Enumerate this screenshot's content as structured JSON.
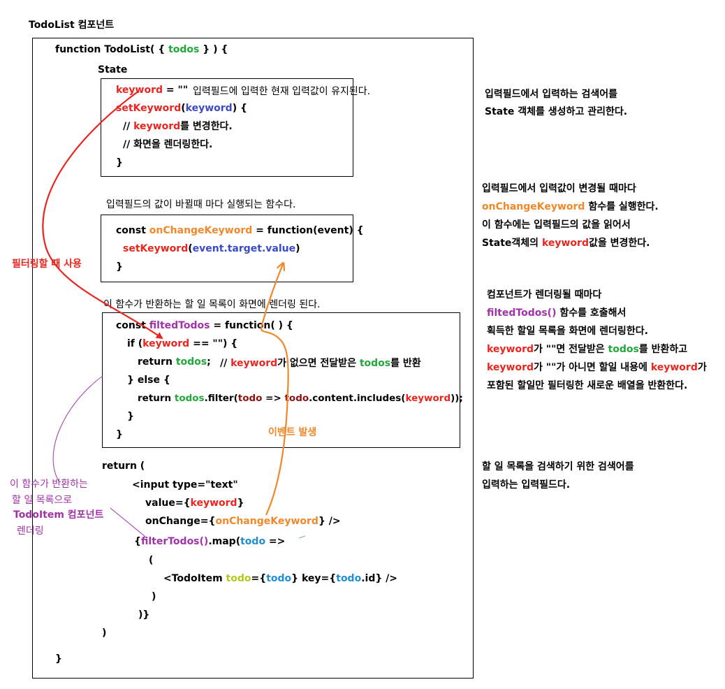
{
  "title": "TodoList 컴포넌트",
  "code": {
    "fn_open_a": "function TodoList( { ",
    "fn_open_todos": "todos",
    "fn_open_b": " } ) {",
    "state_label": "State",
    "state_line1_kw": "keyword",
    "state_line1_rest": " = \"\"",
    "state_line1_note": "입력필드에 입력한 현재 입력값이 유지된다.",
    "state_line2_fn": "setKeyword",
    "state_line2_p1": "(",
    "state_line2_arg": "keyword",
    "state_line2_p2": ") {",
    "state_line3_a": "// ",
    "state_line3_kw": "keyword",
    "state_line3_b": "를 변경한다.",
    "state_line4": "// 화면을 렌더링한다.",
    "state_line5": "}",
    "onchange_caption": "입력필드의 값이 바뀔때 마다 실행되는 함수다.",
    "onchange_line1_a": "const ",
    "onchange_line1_fn": "onChangeKeyword",
    "onchange_line1_b": " = function(event) {",
    "onchange_line2_fn": "setKeyword",
    "onchange_line2_p1": "(",
    "onchange_line2_arg": "event.target.value",
    "onchange_line2_p2": ")",
    "onchange_line3": "}",
    "filter_caption": "이 함수가 반환하는 할 일 목록이 화면에 렌더링 된다.",
    "filter_line1_a": "const ",
    "filter_line1_fn": "filtedTodos",
    "filter_line1_b": " = function( ) {",
    "filter_line2_a": "if (",
    "filter_line2_kw": "keyword",
    "filter_line2_b": " == \"\") {",
    "filter_line3_a": "return ",
    "filter_line3_todos": "todos",
    "filter_line3_b": ";",
    "filter_line3_c_a": "// ",
    "filter_line3_c_kw": "keyword",
    "filter_line3_c_b": "가 없으면 전달받은 ",
    "filter_line3_c_todos": "todos",
    "filter_line3_c_c": "를 반환",
    "filter_line4": "} else {",
    "filter_line5_a": "return ",
    "filter_line5_todos": "todos",
    "filter_line5_b": ".filter(",
    "filter_line5_todo": "todo",
    "filter_line5_c": " => ",
    "filter_line5_todo2": "todo",
    "filter_line5_d": ".content.includes(",
    "filter_line5_kw": "keyword",
    "filter_line5_e": "));",
    "filter_line6": "}",
    "filter_line7": "}",
    "return_open": "return (",
    "input_line": "<input type=\"text\"",
    "value_a": "value={",
    "value_kw": "keyword",
    "value_b": "}",
    "onchange_attr_a": "onChange={",
    "onchange_attr_fn": "onChangeKeyword",
    "onchange_attr_b": "} />",
    "map_a": "{",
    "map_fn": "filterTodos()",
    "map_b": ".map(",
    "map_todo": "todo",
    "map_c": " =>",
    "paren_open": "(",
    "item_a": "<TodoItem ",
    "item_todo": "todo",
    "item_b": "={",
    "item_todo2": "todo",
    "item_c": "} key={",
    "item_todo3": "todo",
    "item_d": ".id} />",
    "paren_close": ")",
    "map_close": ")}",
    "return_close": ")",
    "fn_close": "}"
  },
  "annotations": {
    "filter_use": "필터링할 때 사용",
    "event_fire": "이벤트 발생",
    "render_note": [
      "이 함수가 반환하는",
      "할 일 목록으로",
      "TodoItem 컴포넌트",
      "렌더링"
    ]
  },
  "notes": {
    "n1_line1": "입력필드에서 입력하는 검색어를",
    "n1_line2": "State 객체를 생성하고 관리한다.",
    "n2_line1": "입력필드에서 입력값이 변경될 때마다",
    "n2_line2_fn": "onChangeKeyword",
    "n2_line2_b": " 함수를 실행한다.",
    "n2_line3": "이 함수에는 입력필드의 값을 읽어서",
    "n2_line4_a": "State객체의 ",
    "n2_line4_kw": "keyword",
    "n2_line4_b": "값을 변경한다.",
    "n3_line1": "컴포넌트가 렌더링될 때마다",
    "n3_line2_fn": "filtedTodos()",
    "n3_line2_b": " 함수를 호출해서",
    "n3_line3": "획득한 할일 목록을 화면에 렌더링한다.",
    "n3_line4_kw": "keyword",
    "n3_line4_a": "가 \"\"면 전달받은 ",
    "n3_line4_todos": "todos",
    "n3_line4_b": "를 반환하고",
    "n3_line5_kw": "keyword",
    "n3_line5_a": "가 \"\"가 아니면 할일 내용에 ",
    "n3_line5_kw2": "keyword",
    "n3_line5_b": "가",
    "n3_line6": "포함된 할일만 필터링한 새로운 배열을 반환한다.",
    "n4_line1": "할 일 목록을 검색하기 위한 검색어를",
    "n4_line2": "입력하는 입력필드다."
  },
  "colors": {
    "red": "#e8261f",
    "blue": "#3b4bc8",
    "green": "#22a83a",
    "orange": "#f0882a",
    "purple": "#a232a8",
    "teal": "#1f8fd0"
  }
}
